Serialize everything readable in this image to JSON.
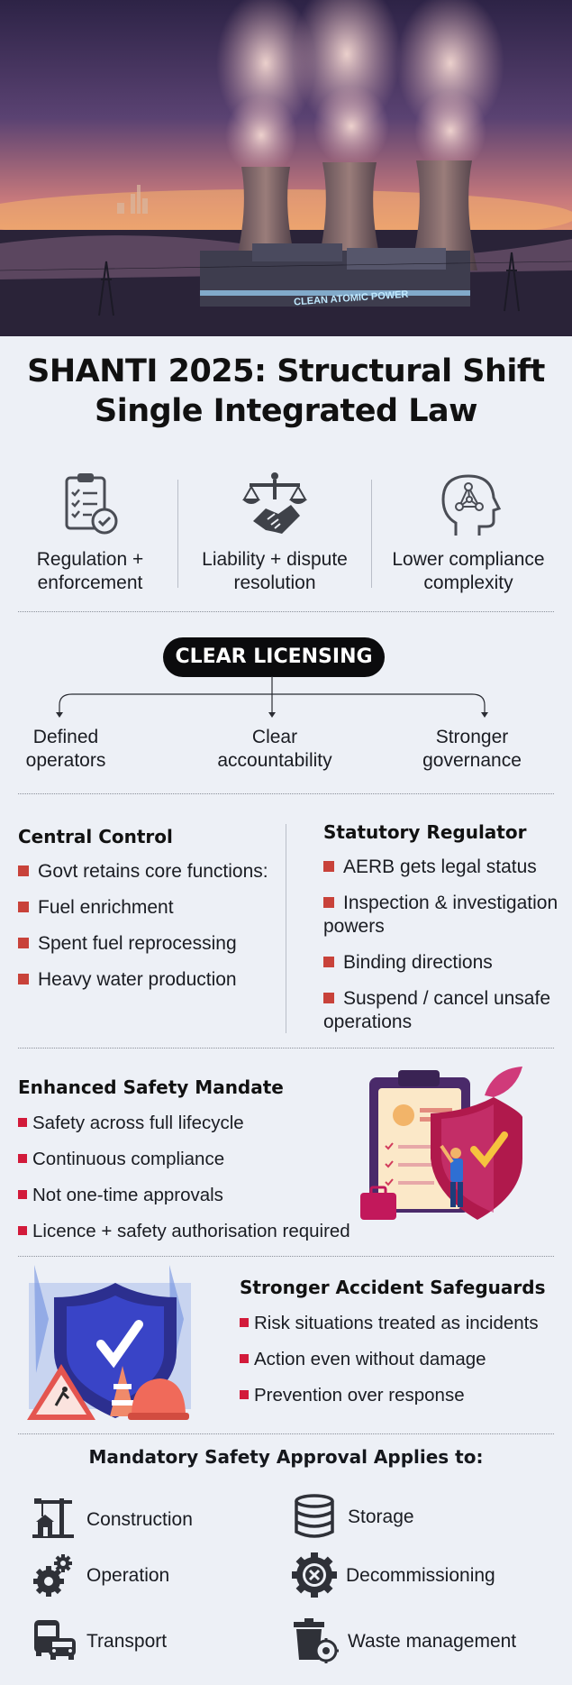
{
  "hero": {
    "sign_text": "CLEAN ATOMIC POWER"
  },
  "title_line1": "SHANTI 2025: Structural Shift",
  "title_line2": "Single Integrated Law",
  "pillars": [
    {
      "icon": "clipboard-check-icon",
      "line1": "Regulation +",
      "line2": "enforcement"
    },
    {
      "icon": "scales-handshake-icon",
      "line1": "Liability + dispute",
      "line2": "resolution"
    },
    {
      "icon": "head-network-icon",
      "line1": "Lower compliance",
      "line2": "complexity"
    }
  ],
  "licensing": {
    "label": "CLEAR LICENSING",
    "items": [
      {
        "line1": "Defined",
        "line2": "operators"
      },
      {
        "line1": "Clear",
        "line2": "accountability"
      },
      {
        "line1": "Stronger",
        "line2": "governance"
      }
    ]
  },
  "central_control": {
    "heading": "Central Control",
    "items": [
      "Govt retains core functions:",
      "Fuel enrichment",
      "Spent fuel reprocessing",
      "Heavy water production"
    ]
  },
  "statutory_regulator": {
    "heading": "Statutory Regulator",
    "items": [
      "AERB gets legal status",
      "Inspection & investigation powers",
      "Binding directions",
      "Suspend / cancel unsafe operations"
    ]
  },
  "safety_mandate": {
    "heading": "Enhanced Safety Mandate",
    "items": [
      "Safety across full lifecycle",
      "Continuous compliance",
      "Not one-time approvals",
      "Licence + safety authorisation required"
    ]
  },
  "accident": {
    "heading": "Stronger Accident Safeguards",
    "items": [
      "Risk situations treated as incidents",
      "Action even without damage",
      "Prevention over response"
    ]
  },
  "applies": {
    "heading": "Mandatory Safety Approval Applies to:",
    "items": [
      {
        "icon": "construction-crane-icon",
        "label": "Construction"
      },
      {
        "icon": "database-storage-icon",
        "label": "Storage"
      },
      {
        "icon": "gears-icon",
        "label": "Operation"
      },
      {
        "icon": "cancel-gear-icon",
        "label": "Decommissioning"
      },
      {
        "icon": "bus-car-icon",
        "label": "Transport"
      },
      {
        "icon": "bin-gear-icon",
        "label": "Waste management"
      }
    ]
  },
  "colors": {
    "background": "#edf0f6",
    "bullet_square": "#c8423a",
    "bullet_small": "#d21a3a",
    "pill": "#0b0b0d"
  }
}
